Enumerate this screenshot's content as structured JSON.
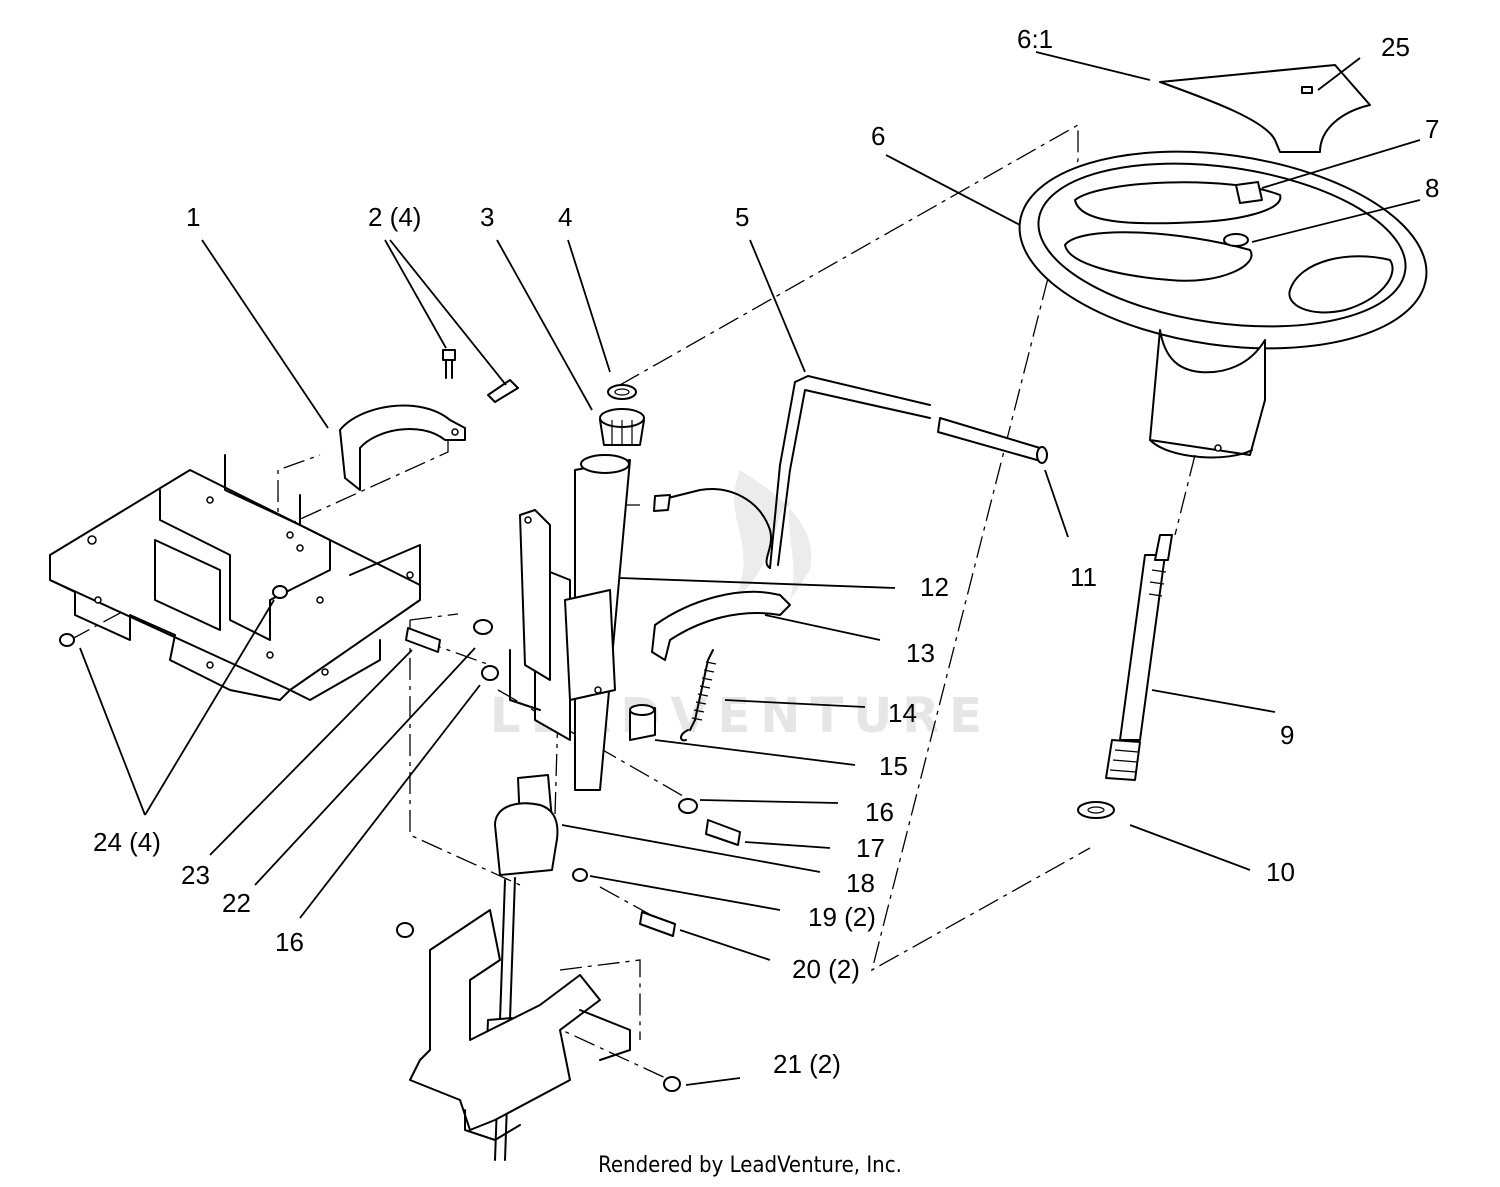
{
  "diagram": {
    "callouts": [
      {
        "id": "1",
        "label": "1"
      },
      {
        "id": "2",
        "label": "2 (4)"
      },
      {
        "id": "3",
        "label": "3"
      },
      {
        "id": "4",
        "label": "4"
      },
      {
        "id": "5",
        "label": "5"
      },
      {
        "id": "6",
        "label": "6"
      },
      {
        "id": "6-1",
        "label": "6:1"
      },
      {
        "id": "7",
        "label": "7"
      },
      {
        "id": "8",
        "label": "8"
      },
      {
        "id": "9",
        "label": "9"
      },
      {
        "id": "10",
        "label": "10"
      },
      {
        "id": "11",
        "label": "11"
      },
      {
        "id": "12",
        "label": "12"
      },
      {
        "id": "13",
        "label": "13"
      },
      {
        "id": "14",
        "label": "14"
      },
      {
        "id": "15",
        "label": "15"
      },
      {
        "id": "16a",
        "label": "16"
      },
      {
        "id": "16b",
        "label": "16"
      },
      {
        "id": "17",
        "label": "17"
      },
      {
        "id": "18",
        "label": "18"
      },
      {
        "id": "19",
        "label": "19 (2)"
      },
      {
        "id": "20",
        "label": "20 (2)"
      },
      {
        "id": "21",
        "label": "21 (2)"
      },
      {
        "id": "22",
        "label": "22"
      },
      {
        "id": "23",
        "label": "23"
      },
      {
        "id": "24",
        "label": "24 (4)"
      },
      {
        "id": "25",
        "label": "25"
      }
    ],
    "watermark": "LEADVENTURE",
    "footer": "Rendered by LeadVenture, Inc."
  }
}
